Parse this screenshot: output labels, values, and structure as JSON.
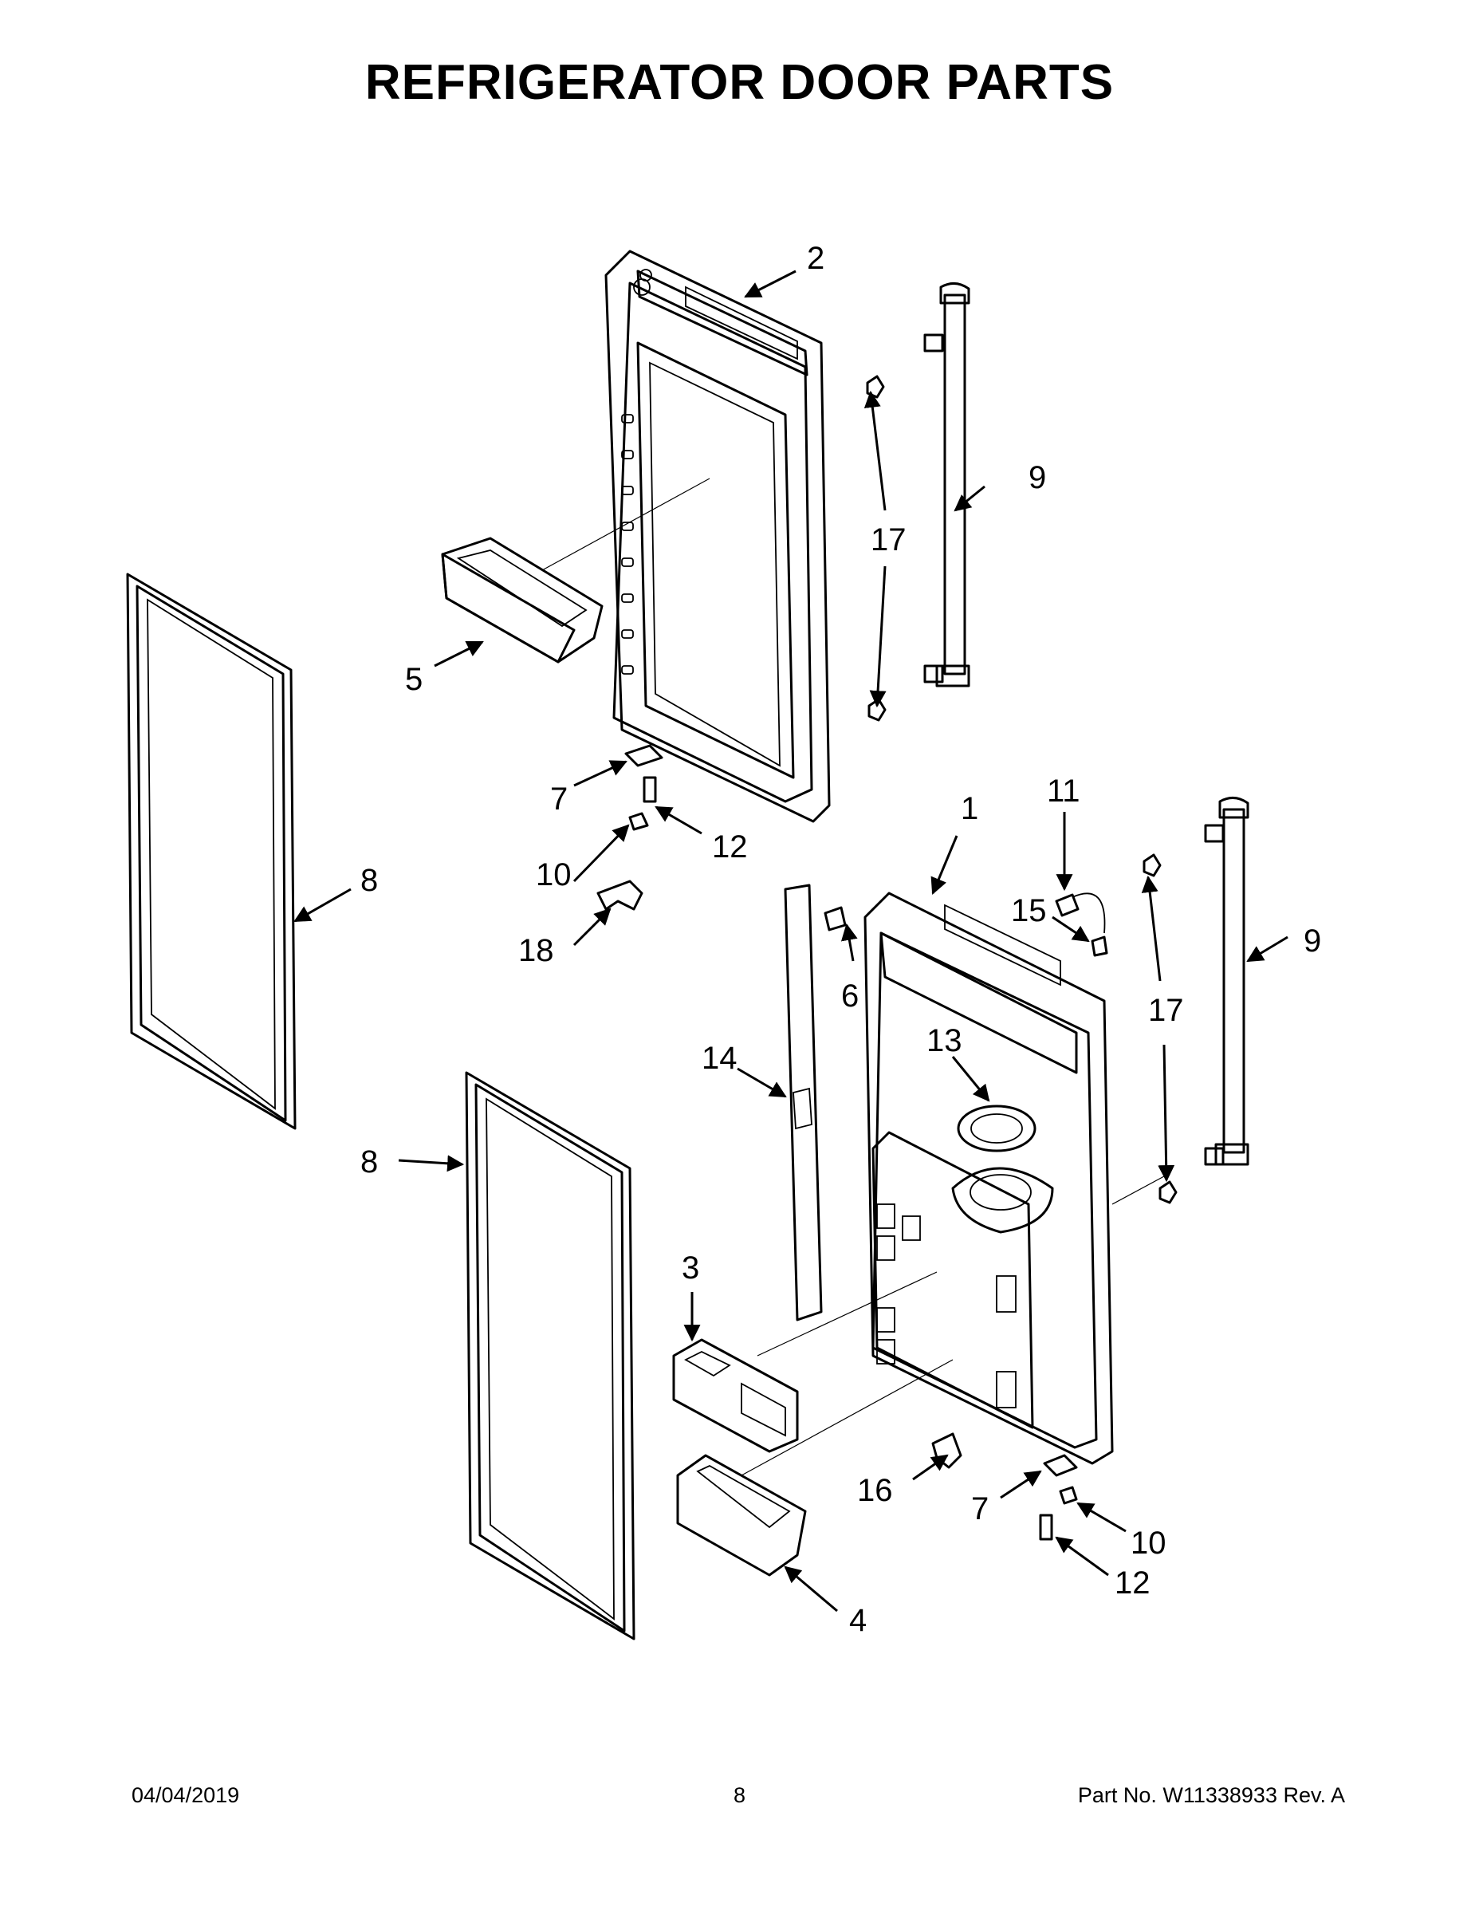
{
  "title": "REFRIGERATOR DOOR PARTS",
  "footer": {
    "date": "04/04/2019",
    "page": "8",
    "part_no": "Part No.  W11338933  Rev.  A"
  },
  "callouts": {
    "c1": "1",
    "c2": "2",
    "c3": "3",
    "c4": "4",
    "c5": "5",
    "c6": "6",
    "c7a": "7",
    "c7b": "7",
    "c8a": "8",
    "c8b": "8",
    "c9a": "9",
    "c9b": "9",
    "c10a": "10",
    "c10b": "10",
    "c11": "11",
    "c12a": "12",
    "c12b": "12",
    "c13": "13",
    "c14": "14",
    "c15": "15",
    "c16": "16",
    "c17a": "17",
    "c17b": "17",
    "c18": "18"
  }
}
